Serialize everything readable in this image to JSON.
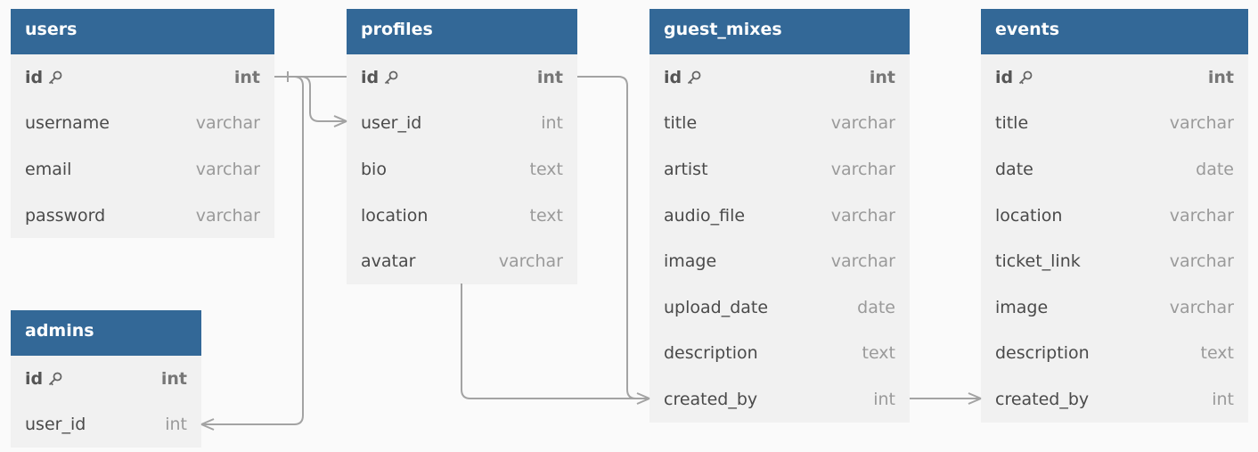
{
  "colors": {
    "header_bg": "#336897",
    "header_text": "#ffffff",
    "table_bg": "#f1f1f1",
    "canvas_bg": "#fafafa",
    "connector": "#a3a3a3",
    "field_text": "#4a4a4a",
    "type_text": "#9a9a9a"
  },
  "tables": {
    "users": {
      "name": "users",
      "columns": [
        {
          "name": "id",
          "type": "int",
          "primary_key": true
        },
        {
          "name": "username",
          "type": "varchar"
        },
        {
          "name": "email",
          "type": "varchar"
        },
        {
          "name": "password",
          "type": "varchar"
        }
      ]
    },
    "admins": {
      "name": "admins",
      "columns": [
        {
          "name": "id",
          "type": "int",
          "primary_key": true
        },
        {
          "name": "user_id",
          "type": "int"
        }
      ]
    },
    "profiles": {
      "name": "profiles",
      "columns": [
        {
          "name": "id",
          "type": "int",
          "primary_key": true
        },
        {
          "name": "user_id",
          "type": "int"
        },
        {
          "name": "bio",
          "type": "text"
        },
        {
          "name": "location",
          "type": "text"
        },
        {
          "name": "avatar",
          "type": "varchar"
        }
      ]
    },
    "guest_mixes": {
      "name": "guest_mixes",
      "columns": [
        {
          "name": "id",
          "type": "int",
          "primary_key": true
        },
        {
          "name": "title",
          "type": "varchar"
        },
        {
          "name": "artist",
          "type": "varchar"
        },
        {
          "name": "audio_file",
          "type": "varchar"
        },
        {
          "name": "image",
          "type": "varchar"
        },
        {
          "name": "upload_date",
          "type": "date"
        },
        {
          "name": "description",
          "type": "text"
        },
        {
          "name": "created_by",
          "type": "int"
        }
      ]
    },
    "events": {
      "name": "events",
      "columns": [
        {
          "name": "id",
          "type": "int",
          "primary_key": true
        },
        {
          "name": "title",
          "type": "varchar"
        },
        {
          "name": "date",
          "type": "date"
        },
        {
          "name": "location",
          "type": "varchar"
        },
        {
          "name": "ticket_link",
          "type": "varchar"
        },
        {
          "name": "image",
          "type": "varchar"
        },
        {
          "name": "description",
          "type": "text"
        },
        {
          "name": "created_by",
          "type": "int"
        }
      ]
    }
  },
  "relationships": [
    {
      "from": "users.id",
      "to": "profiles.user_id",
      "cardinality": "one-to-many"
    },
    {
      "from": "users.id",
      "to": "admins.user_id",
      "cardinality": "one-to-many"
    },
    {
      "from": "profiles.id",
      "to": "guest_mixes.created_by",
      "cardinality": "one-to-many"
    },
    {
      "from": "guest_mixes.created_by",
      "to": "events.created_by",
      "cardinality": "one-to-many"
    }
  ]
}
